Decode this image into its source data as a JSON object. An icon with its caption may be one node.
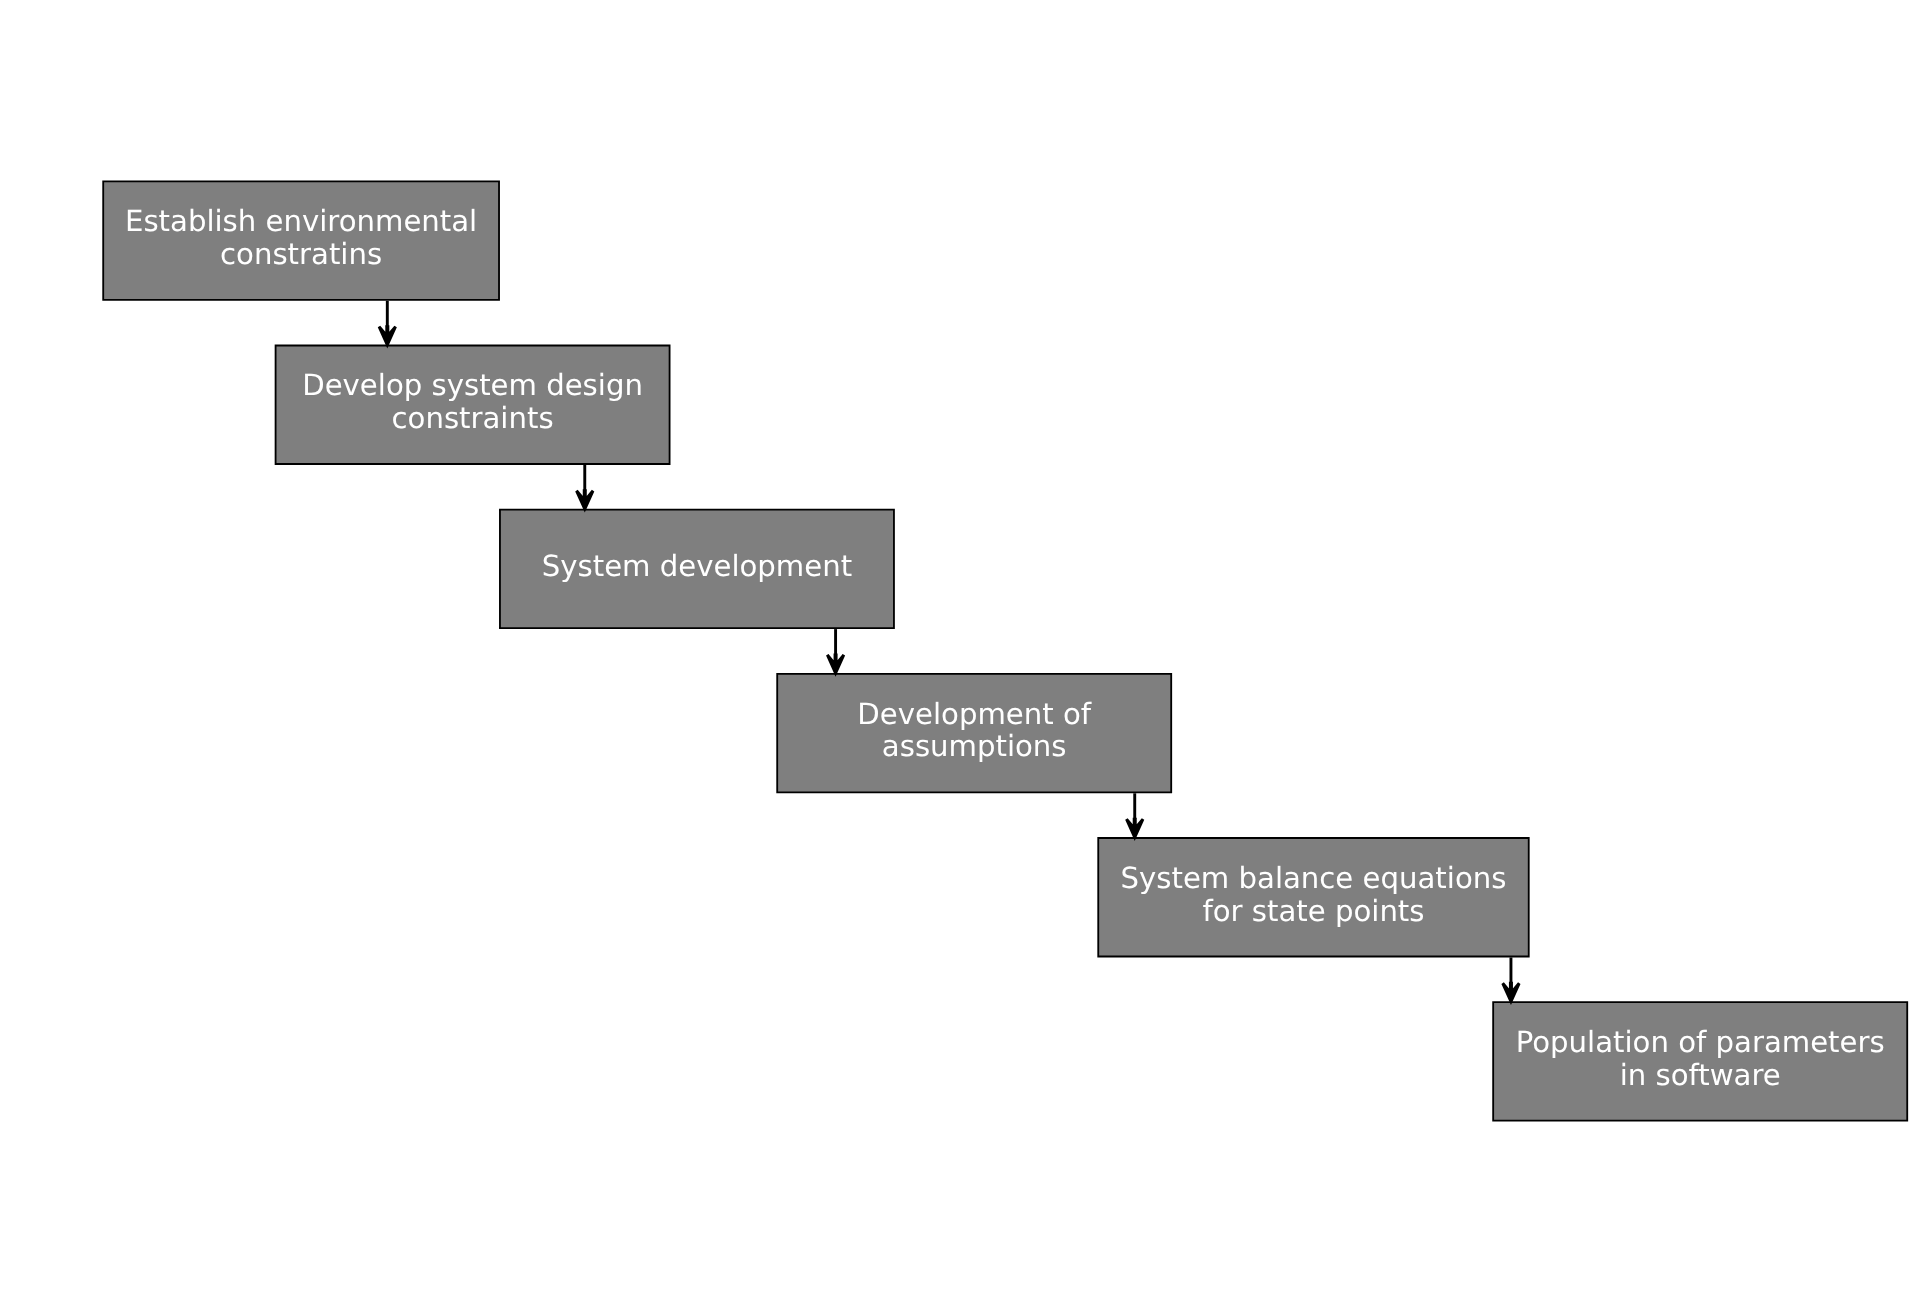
{
  "diagram": {
    "nodes": [
      {
        "text": [
          "Establish environmental constratins"
        ]
      },
      {
        "text": [
          "Develop system design constraints"
        ]
      },
      {
        "text": [
          "System development"
        ]
      },
      {
        "text": [
          "Development of assumptions"
        ]
      },
      {
        "text": [
          "System balance equations for state points"
        ]
      },
      {
        "text": [
          "Population of parameters in software"
        ]
      }
    ],
    "edges": [
      {
        "from": 0,
        "to": 1,
        "arrow": "to"
      },
      {
        "from": 1,
        "to": 2,
        "arrow": "to"
      },
      {
        "from": 2,
        "to": 3,
        "arrow": "to"
      },
      {
        "from": 3,
        "to": 4,
        "arrow": "to"
      },
      {
        "from": 4,
        "to": 5,
        "arrow": "to"
      }
    ]
  }
}
